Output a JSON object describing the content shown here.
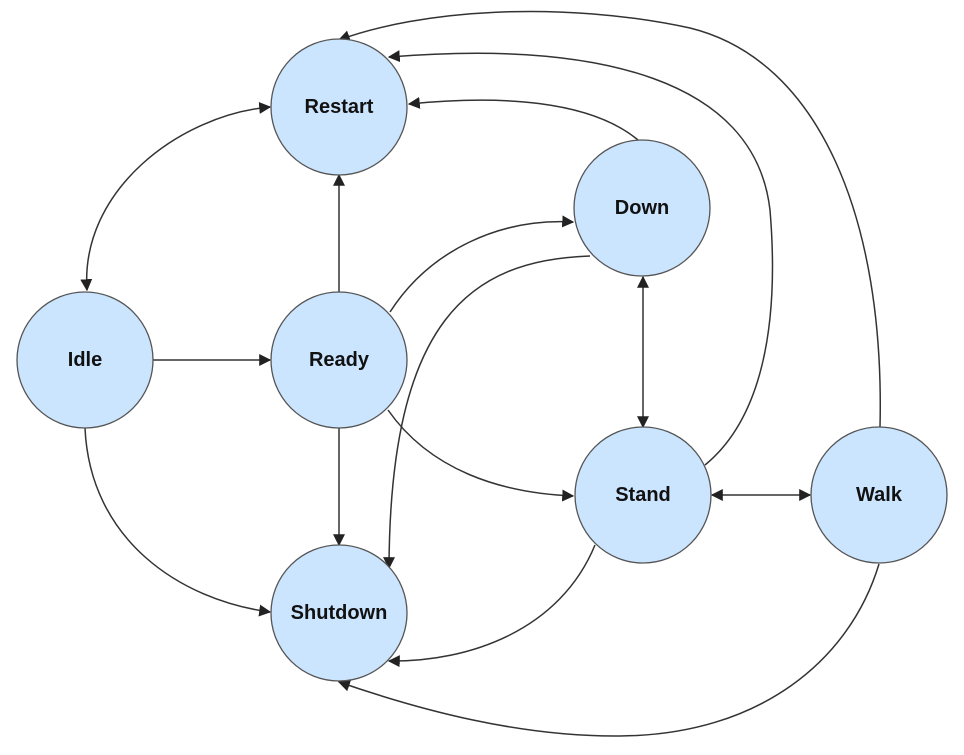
{
  "colors": {
    "node_fill": "#cce5ff",
    "node_stroke": "#555555",
    "edge": "#333333",
    "background": "#ffffff"
  },
  "nodes": {
    "restart": {
      "label": "Restart"
    },
    "down": {
      "label": "Down"
    },
    "idle": {
      "label": "Idle"
    },
    "ready": {
      "label": "Ready"
    },
    "stand": {
      "label": "Stand"
    },
    "walk": {
      "label": "Walk"
    },
    "shutdown": {
      "label": "Shutdown"
    }
  },
  "edges": [
    {
      "from": "Idle",
      "to": "Restart",
      "direction": "both"
    },
    {
      "from": "Idle",
      "to": "Ready",
      "direction": "forward"
    },
    {
      "from": "Idle",
      "to": "Shutdown",
      "direction": "forward"
    },
    {
      "from": "Ready",
      "to": "Restart",
      "direction": "forward"
    },
    {
      "from": "Ready",
      "to": "Down",
      "direction": "forward"
    },
    {
      "from": "Ready",
      "to": "Stand",
      "direction": "forward"
    },
    {
      "from": "Ready",
      "to": "Shutdown",
      "direction": "forward"
    },
    {
      "from": "Down",
      "to": "Restart",
      "direction": "forward"
    },
    {
      "from": "Down",
      "to": "Shutdown",
      "direction": "forward"
    },
    {
      "from": "Down",
      "to": "Stand",
      "direction": "both"
    },
    {
      "from": "Stand",
      "to": "Restart",
      "direction": "forward"
    },
    {
      "from": "Stand",
      "to": "Walk",
      "direction": "both"
    },
    {
      "from": "Stand",
      "to": "Shutdown",
      "direction": "forward"
    },
    {
      "from": "Walk",
      "to": "Restart",
      "direction": "forward"
    },
    {
      "from": "Walk",
      "to": "Shutdown",
      "direction": "forward"
    }
  ]
}
